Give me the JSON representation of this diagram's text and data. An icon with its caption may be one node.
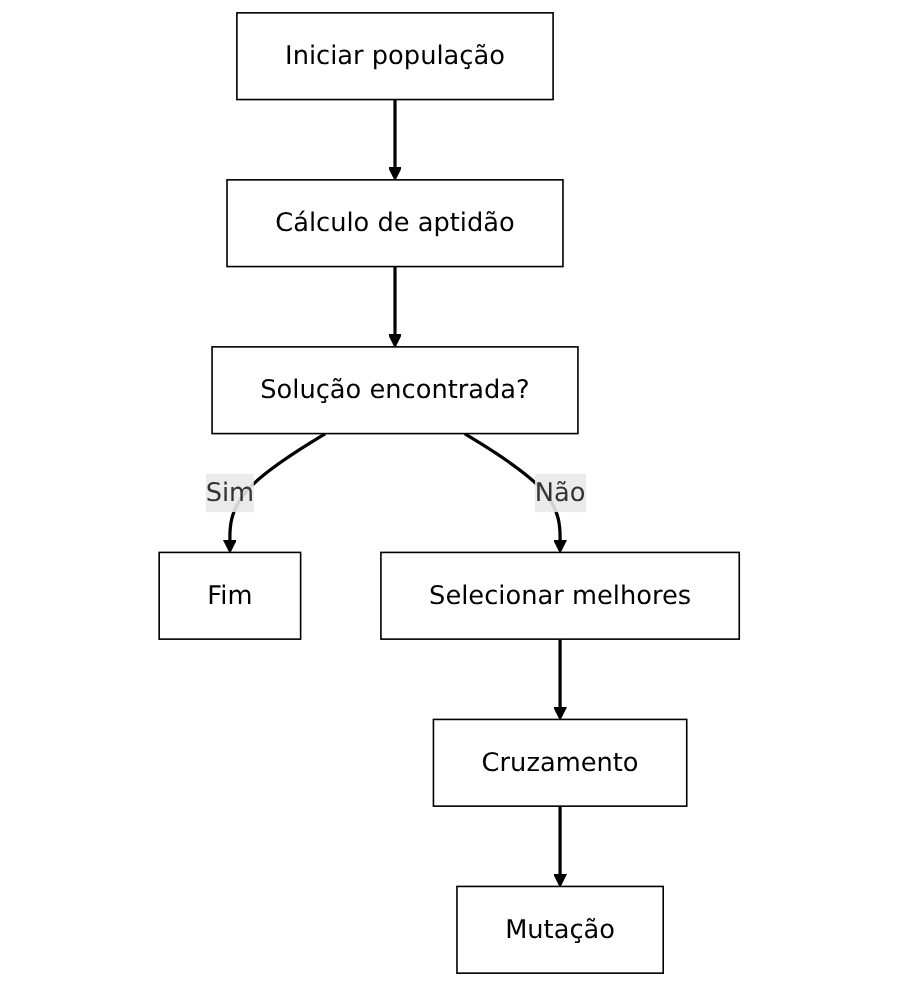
{
  "diagram": {
    "nodes": [
      {
        "text": [
          "Iniciar população"
        ]
      },
      {
        "text": [
          "Cálculo de aptidão"
        ]
      },
      {
        "text": [
          "Solução encontrada?"
        ]
      },
      {
        "text": [
          "Fim"
        ]
      },
      {
        "text": [
          "Selecionar melhores"
        ]
      },
      {
        "text": [
          "Cruzamento"
        ]
      },
      {
        "text": [
          "Mutação"
        ]
      }
    ],
    "edges": [
      {
        "from": 0,
        "to": 1,
        "arrow": "to"
      },
      {
        "from": 1,
        "to": 2,
        "arrow": "to"
      },
      {
        "from": 2,
        "to": 3,
        "arrow": "to",
        "label": "Sim"
      },
      {
        "from": 2,
        "to": 4,
        "arrow": "to",
        "label": "Não"
      },
      {
        "from": 4,
        "to": 5,
        "arrow": "to"
      },
      {
        "from": 5,
        "to": 6,
        "arrow": "to"
      }
    ]
  }
}
